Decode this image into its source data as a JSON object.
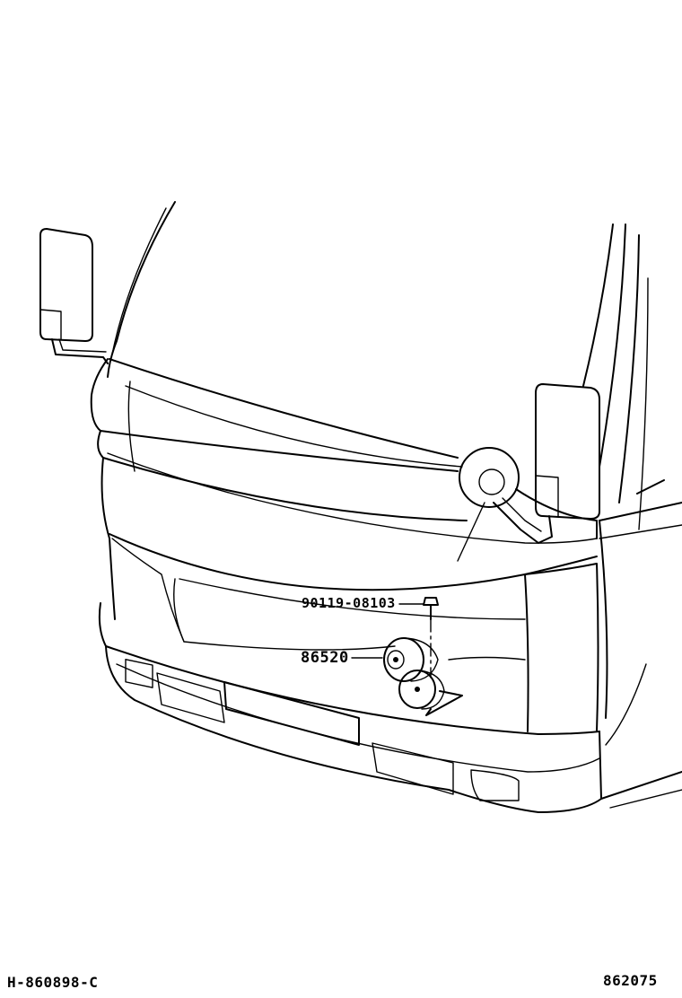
{
  "diagram": {
    "callouts": [
      {
        "part_number": "90119-08103"
      },
      {
        "part_number": "86520"
      }
    ],
    "footer": {
      "illustration_code": "H-860898-C",
      "figure_number": "862075"
    }
  }
}
